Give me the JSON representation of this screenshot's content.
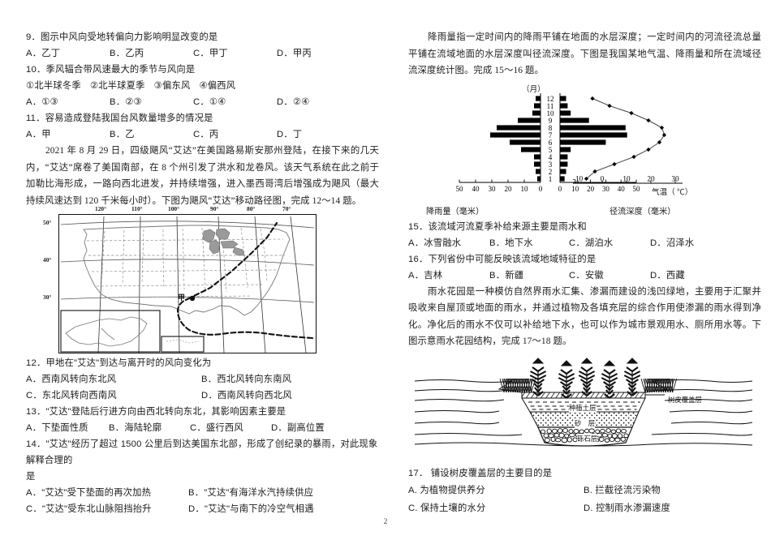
{
  "page": {
    "number": "2"
  },
  "left": {
    "q9": {
      "stem": "9．图示中风向受地转偏向力影响明显改变的是",
      "options": [
        "A．乙丁",
        "B．乙丙",
        "C．甲丁",
        "D．甲丙"
      ]
    },
    "q10": {
      "stem": "10．季风辐合带风速最大的季节与风向是",
      "items": [
        "①北半球冬季",
        "②北半球夏季",
        "③偏东风",
        "④偏西风"
      ],
      "options": [
        "A．①③",
        "B．②③",
        "C．①④",
        "D．②④"
      ]
    },
    "q11": {
      "stem": "11．容易造成登陆我国台风数量增多的情况是",
      "options": [
        "A．甲",
        "B．乙",
        "C．丙",
        "D．丁"
      ]
    },
    "passage1": "2021 年 8 月 29 日，四级飓风“艾达”在美国路易斯安那州登陆，在接下来的几天内，“艾达”席卷了美国南部，在 8 个州引发了洪水和龙卷风。该天气系统在此之前于加勒比海形成，一路向西北进发，并持续增强，进入墨西哥湾后增强成为飓风（最大持续风速达到 120 千米每小时）。下图为飓风“艾达”移动路径图，完成 12～14 题。",
    "map": {
      "lon_labels": [
        "120°",
        "110°",
        "100°",
        "90°",
        "80°",
        "70°"
      ],
      "lat_labels": [
        "50°",
        "40°",
        "30°"
      ],
      "point_label": "甲"
    },
    "q12": {
      "stem": "12．甲地在\"艾达\"到达与离开时的风向变化为",
      "options": [
        "A．西南风转向东北风",
        "B．西北风转向东南风",
        "C．东北风转向西南风",
        "D．西南风转向西北风"
      ]
    },
    "q13": {
      "stem": "13．\"艾达\"登陆后行进方向由西北转向东北，其影响因素主要是",
      "options": [
        "A．下垫面性质",
        "B．海陆轮廓",
        "C．盛行西风",
        "D．副高位置"
      ]
    },
    "q14": {
      "stem": "14．\"艾达\"经历了超过 1500 公里后到达美国东北部，形成了创纪录的暴雨，对此现象解释合理的",
      "stem2": "是",
      "options": [
        "A．\"艾达\"受下垫面的再次加热",
        "B．\"艾达\"有海洋水汽持续供应",
        "C．\"艾达\"受东北山脉阻挡抬升",
        "D．\"艾达\"与南下的冷空气相遇"
      ]
    }
  },
  "right": {
    "passage2": "降雨量指一定时间内的降雨平铺在地面的水层深度；一定时间内的河流径流总量平铺在流域地面的水层深度叫径流深度。下图是我国某地气温、降雨量和所在流域径流深度统计图。完成 15～16 题。",
    "q15": {
      "stem": "15．该流域河流夏季补给来源主要是雨水和",
      "options": [
        "A．冰雪融水",
        "B．地下水",
        "C．湖泊水",
        "D．沼泽水"
      ]
    },
    "q16": {
      "stem": "16．下列省份中可能反映该流域地域特征的是",
      "options": [
        "A．吉林",
        "B．新疆",
        "C．安徽",
        "D．西藏"
      ]
    },
    "passage3": "雨水花园是一种模仿自然界雨水汇集、渗漏而建设的浅凹绿地，主要用于汇聚并吸收来自屋顶或地面的雨水，并通过植物及各填充层的综合作用使渗漏的雨水得到净化。净化后的雨水不仅可以补给地下水，也可以作为城市景观用水、厕所用水等。下图示意雨水花园结构，完成 17～18 题。",
    "garden": {
      "layers": [
        "树皮覆盖层",
        "种植土层",
        "砂　层",
        "砾石层"
      ]
    },
    "q17": {
      "stem": "17．  铺设树皮覆盖层的主要目的是",
      "options": [
        "A.  为植物提供养分",
        "B.  拦截径流污染物",
        "C.  保持土壤的水分",
        "D.  控制雨水渗漏速度"
      ]
    }
  },
  "chart_data": {
    "type": "bar",
    "title": "",
    "unit_label": "（月）",
    "categories": [
      "1",
      "2",
      "3",
      "4",
      "5",
      "6",
      "7",
      "8",
      "9",
      "10",
      "11",
      "12"
    ],
    "series": [
      {
        "name": "降雨量（毫米）",
        "axis": "left",
        "values": [
          2,
          3,
          4,
          4,
          12,
          19,
          31,
          27,
          14,
          5,
          4,
          3
        ],
        "axis_ticks": [
          "50",
          "40",
          "30",
          "20",
          "10",
          "0"
        ],
        "axis_range": [
          0,
          50
        ]
      },
      {
        "name": "径流深度（毫米）",
        "axis": "right",
        "values": [
          3,
          4,
          5,
          5,
          7,
          30,
          44,
          43,
          19,
          7,
          5,
          4
        ],
        "axis_ticks": [
          "0",
          "10",
          "20",
          "30",
          "40",
          "50"
        ],
        "axis_range": [
          0,
          50
        ]
      },
      {
        "name": "气温（℃）",
        "axis": "temperature",
        "values": [
          -6.5,
          -3,
          5,
          13,
          19,
          23.5,
          25.5,
          24.5,
          19,
          12,
          3,
          -4
        ],
        "axis_ticks": [
          "-10",
          "0",
          "10",
          "20",
          "30"
        ],
        "axis_label": "气温（ ℃）",
        "axis_range": [
          -10,
          30
        ]
      }
    ],
    "left_axis_title": "降雨量（毫米）",
    "right_axis_title": "径流深度（毫米）",
    "grid": false,
    "legend": "none"
  }
}
